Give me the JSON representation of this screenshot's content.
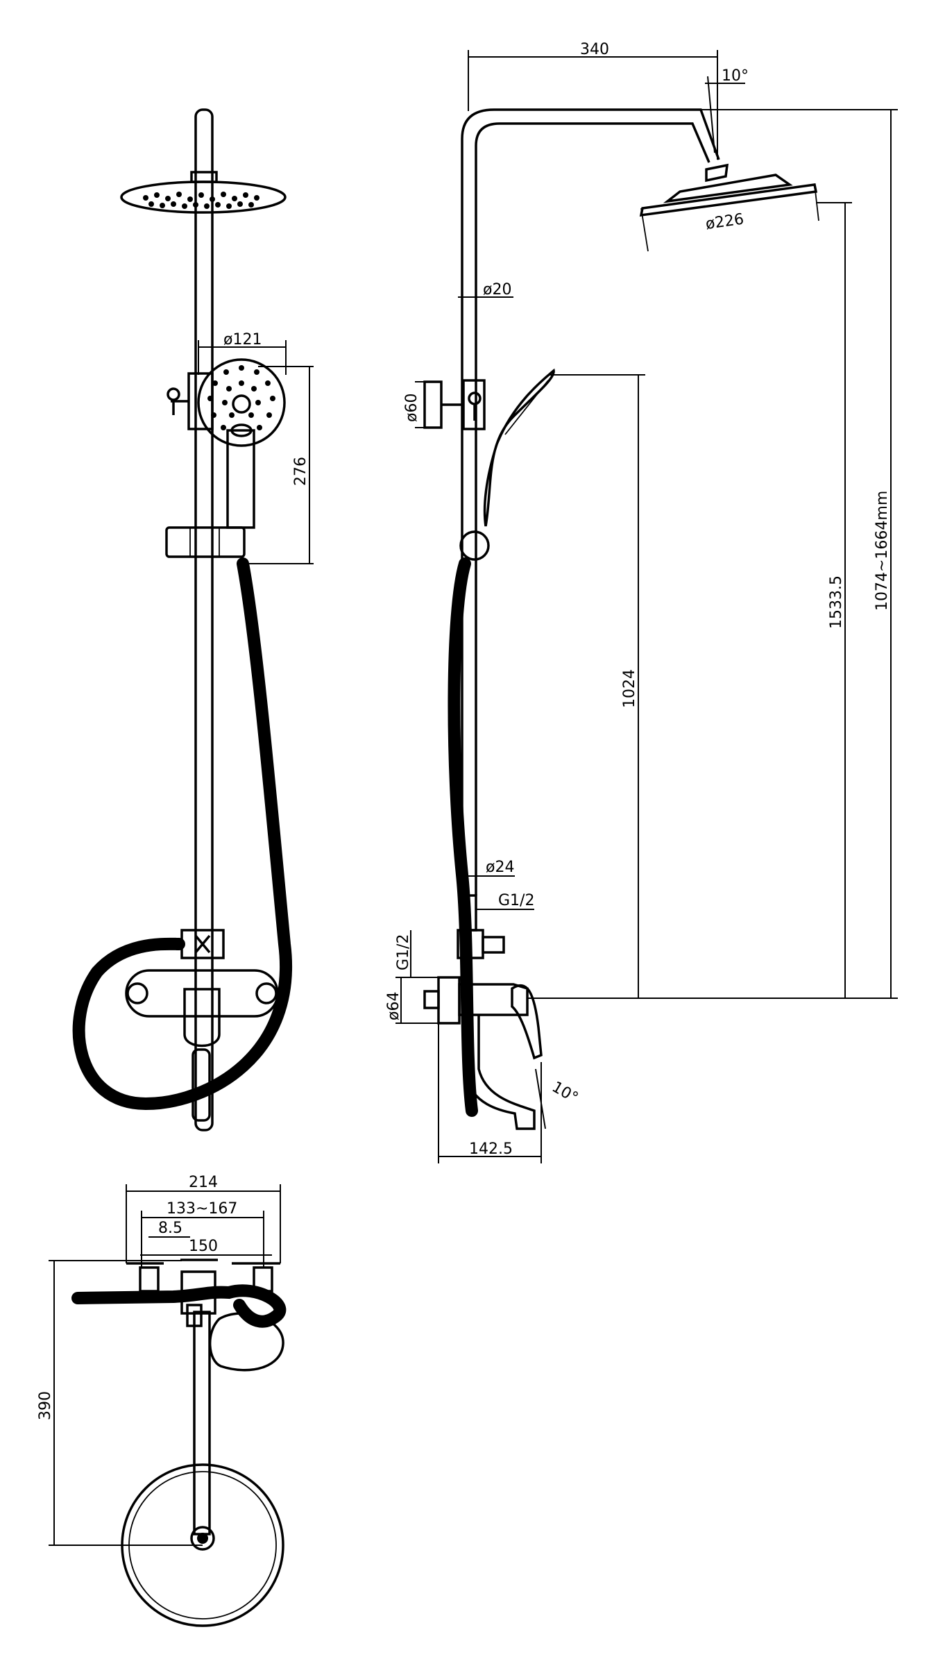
{
  "dimensions": {
    "arm_reach": "340",
    "arm_angle": "10°",
    "overhead_diameter": "ø226",
    "pipe_diameter_top": "ø20",
    "hand_shower_diameter": "ø121",
    "hand_shower_length": "276",
    "holder_diameter": "ø60",
    "slide_height": "1024",
    "overhead_height": "1533.5",
    "total_height": "1074~1664mm",
    "pipe_diameter_bottom": "ø24",
    "outlet_thread": "G1/2",
    "inlet_thread": "G1/2",
    "escutcheon_diameter": "ø64",
    "spout_angle": "10°",
    "spout_projection": "142.5",
    "overall_width": "214",
    "inlet_centers": "133~167",
    "offset": "8.5",
    "center_width": "150",
    "wall_depth": "390"
  }
}
